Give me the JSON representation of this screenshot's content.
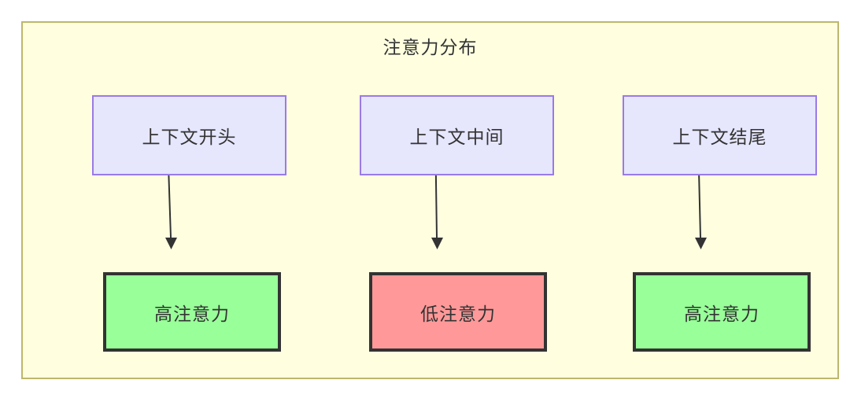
{
  "diagram": {
    "title": "注意力分布",
    "container": {
      "fill": "#ffffe0",
      "border": "#bdb76b"
    },
    "context_nodes": [
      {
        "id": "context-start",
        "label": "上下文开头",
        "fill": "#e6e6fd",
        "border": "#9a7ae8"
      },
      {
        "id": "context-middle",
        "label": "上下文中间",
        "fill": "#e6e6fd",
        "border": "#9a7ae8"
      },
      {
        "id": "context-end",
        "label": "上下文结尾",
        "fill": "#e6e6fd",
        "border": "#9a7ae8"
      }
    ],
    "attention_nodes": [
      {
        "id": "attn-start",
        "label": "高注意力",
        "level": "high",
        "fill": "#99ff99",
        "border": "#333333"
      },
      {
        "id": "attn-middle",
        "label": "低注意力",
        "level": "low",
        "fill": "#ff9999",
        "border": "#333333"
      },
      {
        "id": "attn-end",
        "label": "高注意力",
        "level": "high",
        "fill": "#99ff99",
        "border": "#333333"
      }
    ],
    "edges": [
      {
        "from": "context-start",
        "to": "attn-start",
        "arrow": "down-arrow"
      },
      {
        "from": "context-middle",
        "to": "attn-middle",
        "arrow": "down-arrow"
      },
      {
        "from": "context-end",
        "to": "attn-end",
        "arrow": "down-arrow"
      }
    ]
  }
}
